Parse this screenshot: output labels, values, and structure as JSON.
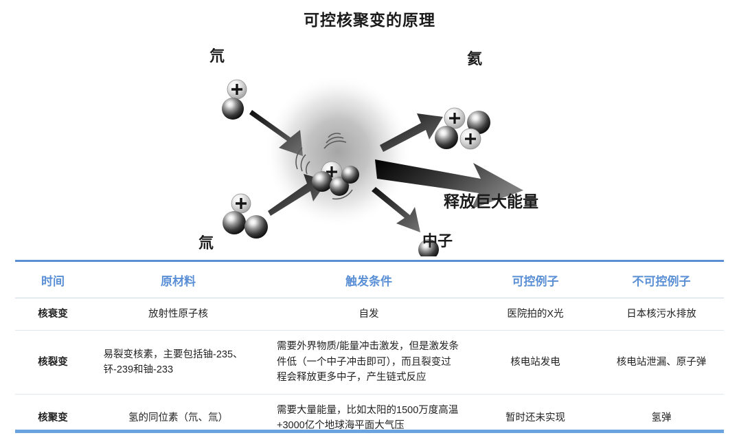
{
  "title": "可控核聚变的原理",
  "diagram": {
    "labels": {
      "deuterium": "氘",
      "tritium": "氚",
      "helium": "氦",
      "neutron": "中子",
      "energy": "释放巨大能量"
    },
    "charge_glyph": "+"
  },
  "table": {
    "headers": [
      "时间",
      "原材料",
      "触发条件",
      "可控例子",
      "不可控例子"
    ],
    "rows": [
      {
        "label": "核衰变",
        "material": "放射性原子核",
        "trigger": "自发",
        "controlled": "医院拍的X光",
        "uncontrolled": "日本核污水排放"
      },
      {
        "label": "核裂变",
        "material": "易裂变核素，主要包括铀-235、钚-239和铀-233",
        "trigger": "需要外界物质/能量冲击激发，但是激发条件低（一个中子冲击即可），而且裂变过程会释放更多中子，产生链式反应",
        "controlled": "核电站发电",
        "uncontrolled": "核电站泄漏、原子弹"
      },
      {
        "label": "核聚变",
        "material": "氢的同位素（氘、氚）",
        "trigger": "需要大量能量，比如太阳的1500万度高温+3000亿个地球海平面大气压",
        "controlled": "暂时还未实现",
        "uncontrolled": "氢弹"
      }
    ]
  },
  "colors": {
    "header_blue": "#5a8fd6",
    "rule_blue": "#5b8ed4",
    "bottom_rule_blue": "#6ba3e0",
    "row_label_blue": "#68a0dd",
    "text_dark": "#222222",
    "plasma_gray": "#b9b9b9"
  }
}
